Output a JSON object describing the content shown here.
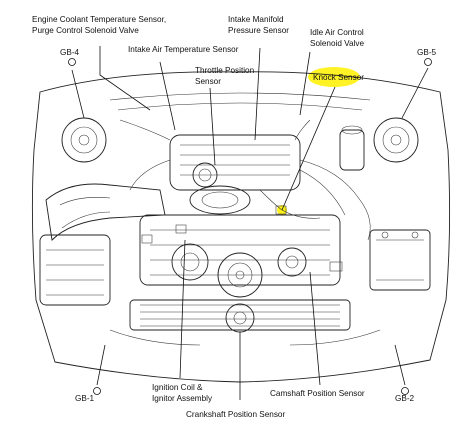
{
  "labels": {
    "ect": "Engine Coolant Temperature Sensor,",
    "purge": "Purge Control Solenoid Valve",
    "imp1": "Intake Manifold",
    "imp2": "Pressure Sensor",
    "iac1": "Idle Air Control",
    "iac2": "Solenoid Valve",
    "iat": "Intake Air Temperature Sensor",
    "tps1": "Throttle Position",
    "tps2": "Sensor",
    "knock": "Knock Sensor",
    "gb4": "GB-4",
    "gb5": "GB-5",
    "gb1": "GB-1",
    "gb2": "GB-2",
    "coil1": "Ignition Coil &",
    "coil2": "Ignitor Assembly",
    "cam": "Camshaft Position Sensor",
    "crank": "Crankshaft Position Sensor"
  },
  "colors": {
    "highlight": "#fff21a",
    "ink": "#111111"
  }
}
